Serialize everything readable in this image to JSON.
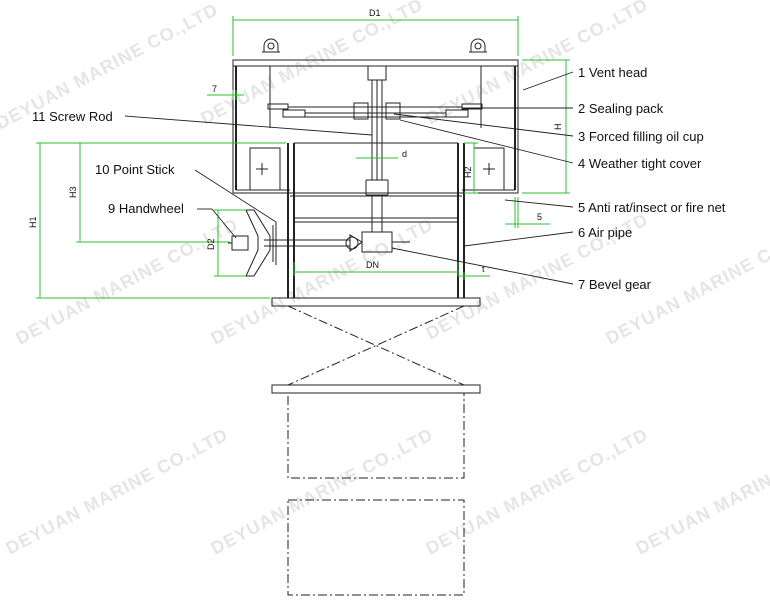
{
  "watermark": "DEYUAN MARINE CO.,LTD",
  "colors": {
    "line": "#222222",
    "dimension": "#2fbf2f",
    "watermark": "#d0d0d0"
  },
  "parts": [
    {
      "no": 1,
      "label": "1 Vent head"
    },
    {
      "no": 2,
      "label": "2 Sealing pack"
    },
    {
      "no": 3,
      "label": "3 Forced filling oil cup"
    },
    {
      "no": 4,
      "label": "4 Weather tight cover"
    },
    {
      "no": 5,
      "label": "5 Anti rat/insect or fire net"
    },
    {
      "no": 6,
      "label": "6 Air pipe"
    },
    {
      "no": 7,
      "label": "7 Bevel gear"
    },
    {
      "no": 9,
      "label": "9 Handwheel"
    },
    {
      "no": 10,
      "label": "10 Point Stick"
    },
    {
      "no": 11,
      "label": "11 Screw Rod"
    }
  ],
  "dimensions": {
    "d1": "D1",
    "h": "H",
    "h1": "H1",
    "h2": "H2",
    "h3": "H3",
    "d2": "D2",
    "dn": "DN",
    "d": "d",
    "t": "t",
    "seven": "7",
    "five": "5"
  }
}
